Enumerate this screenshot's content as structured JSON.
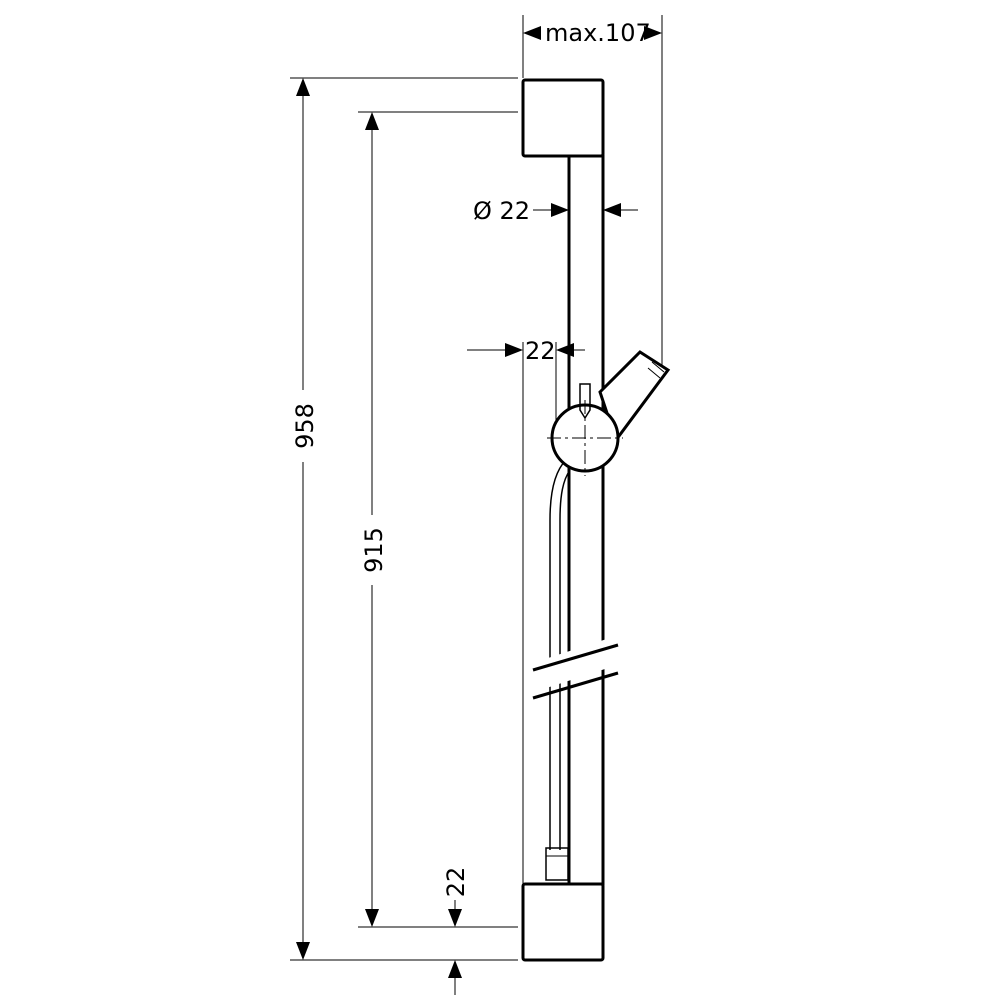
{
  "dimensions": {
    "max_depth": "max.107",
    "rod_diameter": "Ø 22",
    "wall_offset": "22",
    "overall_height": "958",
    "fixing_distance": "915",
    "bottom_offset": "22"
  }
}
